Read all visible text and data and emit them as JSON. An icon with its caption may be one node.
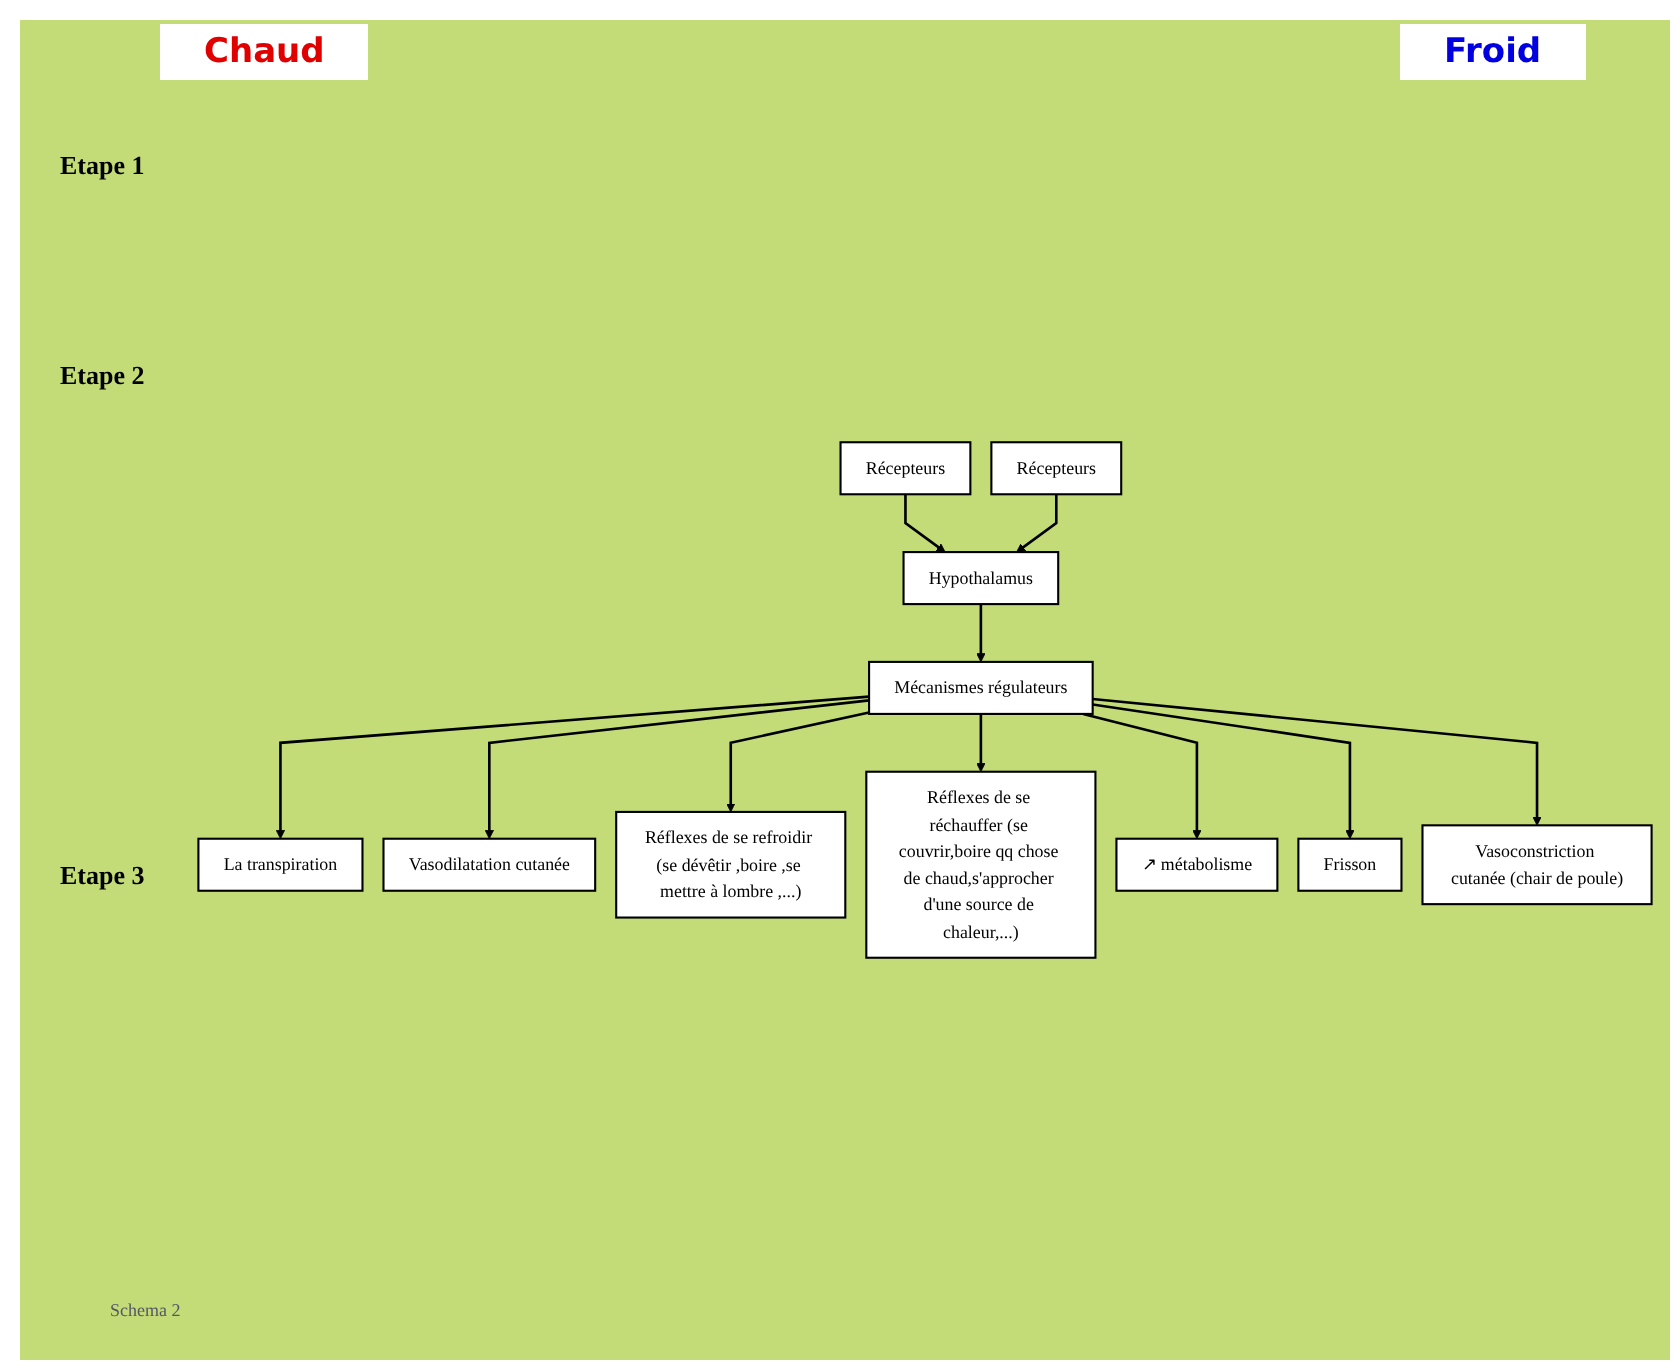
{
  "diagram": {
    "nodes": [
      {
        "text": [
          "Récepteurs"
        ]
      },
      {
        "text": [
          "Récepteurs"
        ]
      },
      {
        "text": [
          "Hypothalamus"
        ]
      },
      {
        "text": [
          "Mécanismes régulateurs"
        ]
      },
      {
        "text": [
          "Vasoconstriction cutanée (chair de poule)"
        ]
      },
      {
        "text": [
          "La transpiration"
        ]
      },
      {
        "text": [
          "Frisson"
        ]
      },
      {
        "text": [
          "Vasodilatation cutanée"
        ]
      },
      {
        "text": [
          "↗ métabolisme"
        ]
      },
      {
        "text": [
          "Réflexes de se refroidir (se dévêtir ,boire ,se mettre à lombre ,...)"
        ]
      },
      {
        "text": [
          "Réflexes de se réchauffer (se couvrir,boire qq chose de chaud,s'approcher d'une source de chaleur,...)"
        ]
      }
    ],
    "edges": [
      {
        "from": 0,
        "to": 2,
        "arrow": "to"
      },
      {
        "from": 1,
        "to": 2,
        "arrow": "to"
      },
      {
        "from": 2,
        "to": 3,
        "arrow": "to"
      },
      {
        "from": 3,
        "to": 5,
        "arrow": "to"
      },
      {
        "from": 3,
        "to": 7,
        "arrow": "to"
      },
      {
        "from": 3,
        "to": 9,
        "arrow": "to"
      },
      {
        "from": 3,
        "to": 10,
        "arrow": "to"
      },
      {
        "from": 3,
        "to": 8,
        "arrow": "to"
      },
      {
        "from": 3,
        "to": 6,
        "arrow": "to"
      },
      {
        "from": 3,
        "to": 4,
        "arrow": "to"
      }
    ],
    "labels": [
      "Chaud",
      "Froid",
      "Etape 1",
      "Etape 2",
      "Etape 3",
      "Schema 2"
    ]
  }
}
